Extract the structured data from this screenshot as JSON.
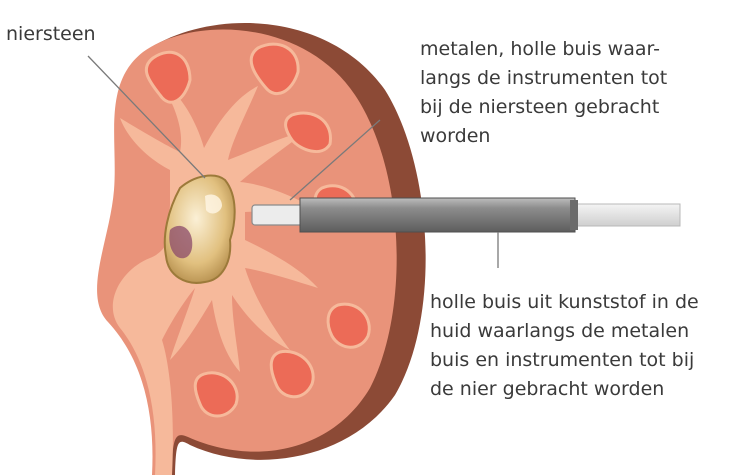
{
  "labels": {
    "kidney_stone": [
      "niersteen"
    ],
    "metal_tube": [
      "metalen, holle buis waar-",
      "langs de instrumenten tot",
      "bij de niersteen gebracht",
      "worden"
    ],
    "plastic_tube": [
      "holle buis uit kunststof in de",
      "huid waarlangs de metalen",
      "buis en instrumenten tot bij",
      "de nier gebracht worden"
    ]
  },
  "colors": {
    "kidney_cortex": "#e9937a",
    "kidney_pelvis": "#f6b99b",
    "kidney_back": "#8c4a36",
    "pyramid": "#ec6b57",
    "metal_tube": "#e4e4e4",
    "plastic_tube": "#808080",
    "sheath": "#e8e8e8",
    "stone": "#e8cc98",
    "leader_line": "#7a7a7a"
  }
}
